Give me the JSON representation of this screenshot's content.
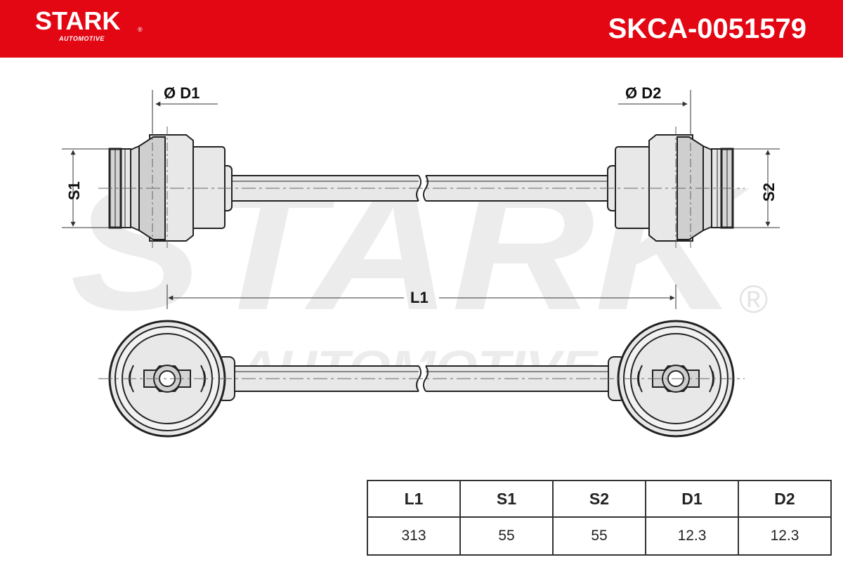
{
  "header": {
    "logo": "STARK",
    "logo_reg": "®",
    "logo_sub": "AUTOMOTIVE",
    "part_number": "SKCA-0051579"
  },
  "watermark": {
    "main": "STARK",
    "sub": "AUTOMOTIVE",
    "reg": "®"
  },
  "dimension_labels": {
    "d1": "Ø D1",
    "d2": "Ø D2",
    "s1": "S1",
    "s2": "S2",
    "l1": "L1"
  },
  "specs": {
    "headers": [
      "L1",
      "S1",
      "S2",
      "D1",
      "D2"
    ],
    "values": [
      "313",
      "55",
      "55",
      "12.3",
      "12.3"
    ]
  },
  "colors": {
    "brand_red": "#e30613",
    "line": "#222222",
    "fill_light": "#e8e8e8",
    "fill_mid": "#cfcfcf",
    "watermark": "#ececec"
  }
}
